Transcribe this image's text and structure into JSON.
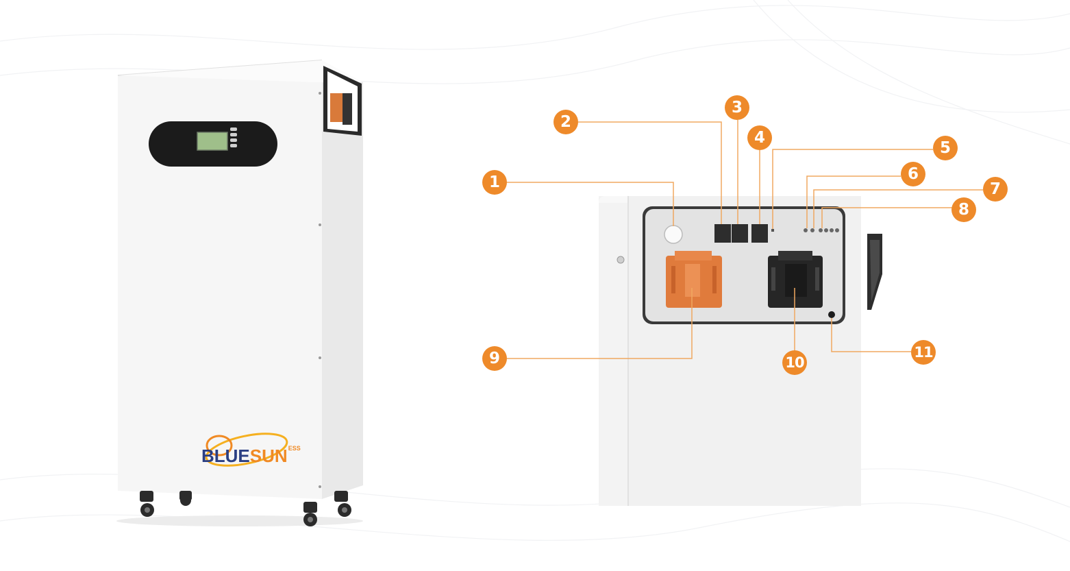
{
  "brand": {
    "name_part1": "BLUE",
    "name_part2": "SUN",
    "suffix": "ESS",
    "colors": {
      "blue": "#2b3f83",
      "orange": "#f08a24"
    }
  },
  "callouts": {
    "color": "#ee8a2a",
    "line_color": "#f0a860",
    "c1": "1",
    "c2": "2",
    "c3": "3",
    "c4": "4",
    "c5": "5",
    "c6": "6",
    "c7": "7",
    "c8": "8",
    "c9": "9",
    "c10": "10",
    "c11": "11"
  },
  "device": {
    "body_color": "#f4f4f4",
    "display_panel_color": "#1b1b1b",
    "lcd_color": "#9fbf8a",
    "connector_orange": "#e07b3c"
  }
}
